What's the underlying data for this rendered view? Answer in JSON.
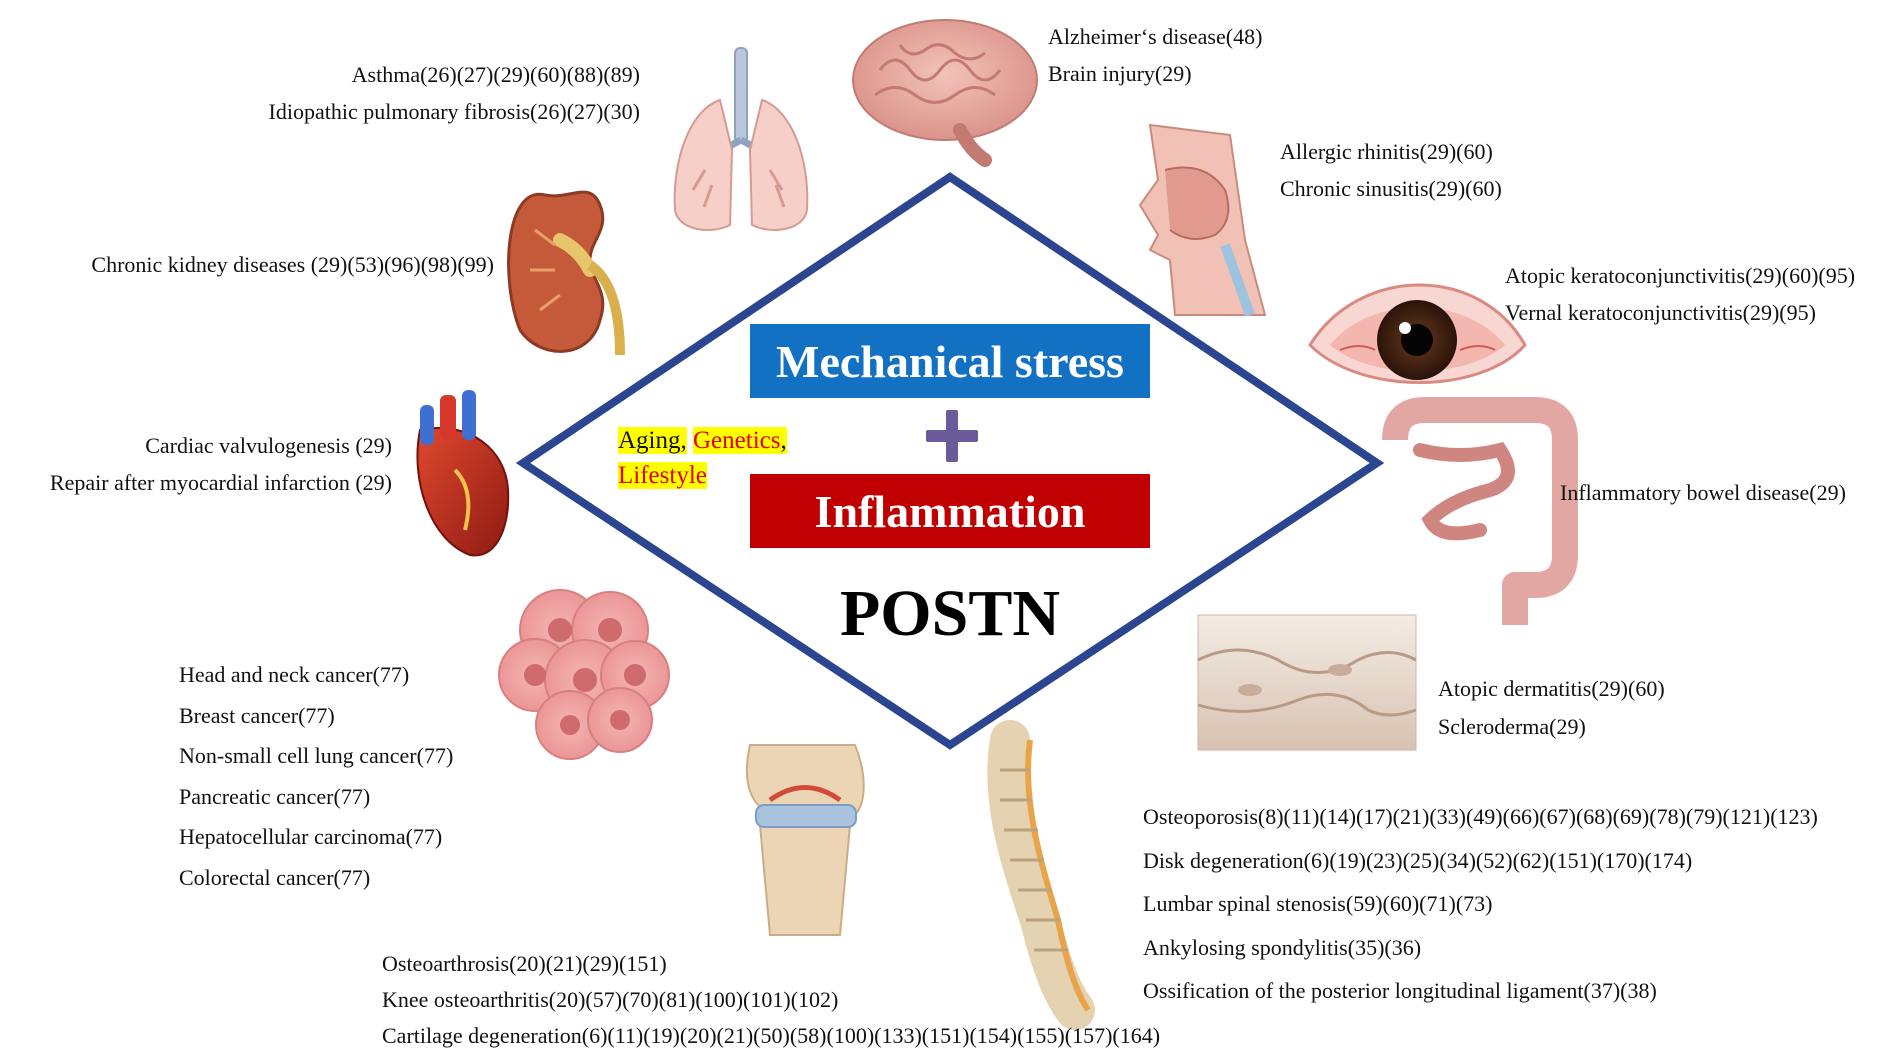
{
  "colors": {
    "diamond_stroke": "#2b4590",
    "mechanical_box": "#1371c4",
    "inflammation_box": "#c00000",
    "plus": "#6b5a9a",
    "highlight": "#ffff00",
    "factor_red": "#e00000"
  },
  "center": {
    "mechanical": "Mechanical stress",
    "inflammation": "Inflammation",
    "plus": "+",
    "postn": "POSTN",
    "factors": {
      "aging": "Aging",
      "comma1": ",",
      "genetics": "Genetics",
      "comma2": ",",
      "lifestyle": "Lifestyle"
    }
  },
  "icons": [
    "lungs-icon",
    "brain-icon",
    "nasal-cavity-icon",
    "eye-icon",
    "kidney-icon",
    "heart-icon",
    "intestine-icon",
    "cancer-cells-icon",
    "skin-layer-icon",
    "knee-joint-icon",
    "spine-icon"
  ],
  "groups": {
    "lungs": [
      "Asthma(26)(27)(29)(60)(88)(89)",
      "Idiopathic pulmonary fibrosis(26)(27)(30)"
    ],
    "brain": [
      "Alzheimer‘s disease(48)",
      "Brain injury(29)"
    ],
    "nose": [
      "Allergic rhinitis(29)(60)",
      "Chronic sinusitis(29)(60)"
    ],
    "eye": [
      "Atopic keratoconjunctivitis(29)(60)(95)",
      "Vernal keratoconjunctivitis(29)(95)"
    ],
    "kidney": [
      "Chronic kidney diseases (29)(53)(96)(98)(99)"
    ],
    "heart": [
      "Cardiac valvulogenesis (29)",
      "Repair after myocardial infarction (29)"
    ],
    "intestine": [
      "Inflammatory bowel disease(29)"
    ],
    "cancer": [
      "Head and neck cancer(77)",
      "Breast cancer(77)",
      "Non-small cell lung cancer(77)",
      "Pancreatic cancer(77)",
      "Hepatocellular carcinoma(77)",
      "Colorectal cancer(77)"
    ],
    "skin": [
      "Atopic dermatitis(29)(60)",
      "Scleroderma(29)"
    ],
    "spine": [
      "Osteoporosis(8)(11)(14)(17)(21)(33)(49)(66)(67)(68)(69)(78)(79)(121)(123)",
      "Disk degeneration(6)(19)(23)(25)(34)(52)(62)(151)(170)(174)",
      "Lumbar spinal stenosis(59)(60)(71)(73)",
      "Ankylosing spondylitis(35)(36)",
      "Ossification of the posterior longitudinal ligament(37)(38)"
    ],
    "knee": [
      "Osteoarthrosis(20)(21)(29)(151)",
      "Knee osteoarthritis(20)(57)(70)(81)(100)(101)(102)",
      "Cartilage degeneration(6)(11)(19)(20)(21)(50)(58)(100)(133)(151)(154)(155)(157)(164)"
    ]
  }
}
